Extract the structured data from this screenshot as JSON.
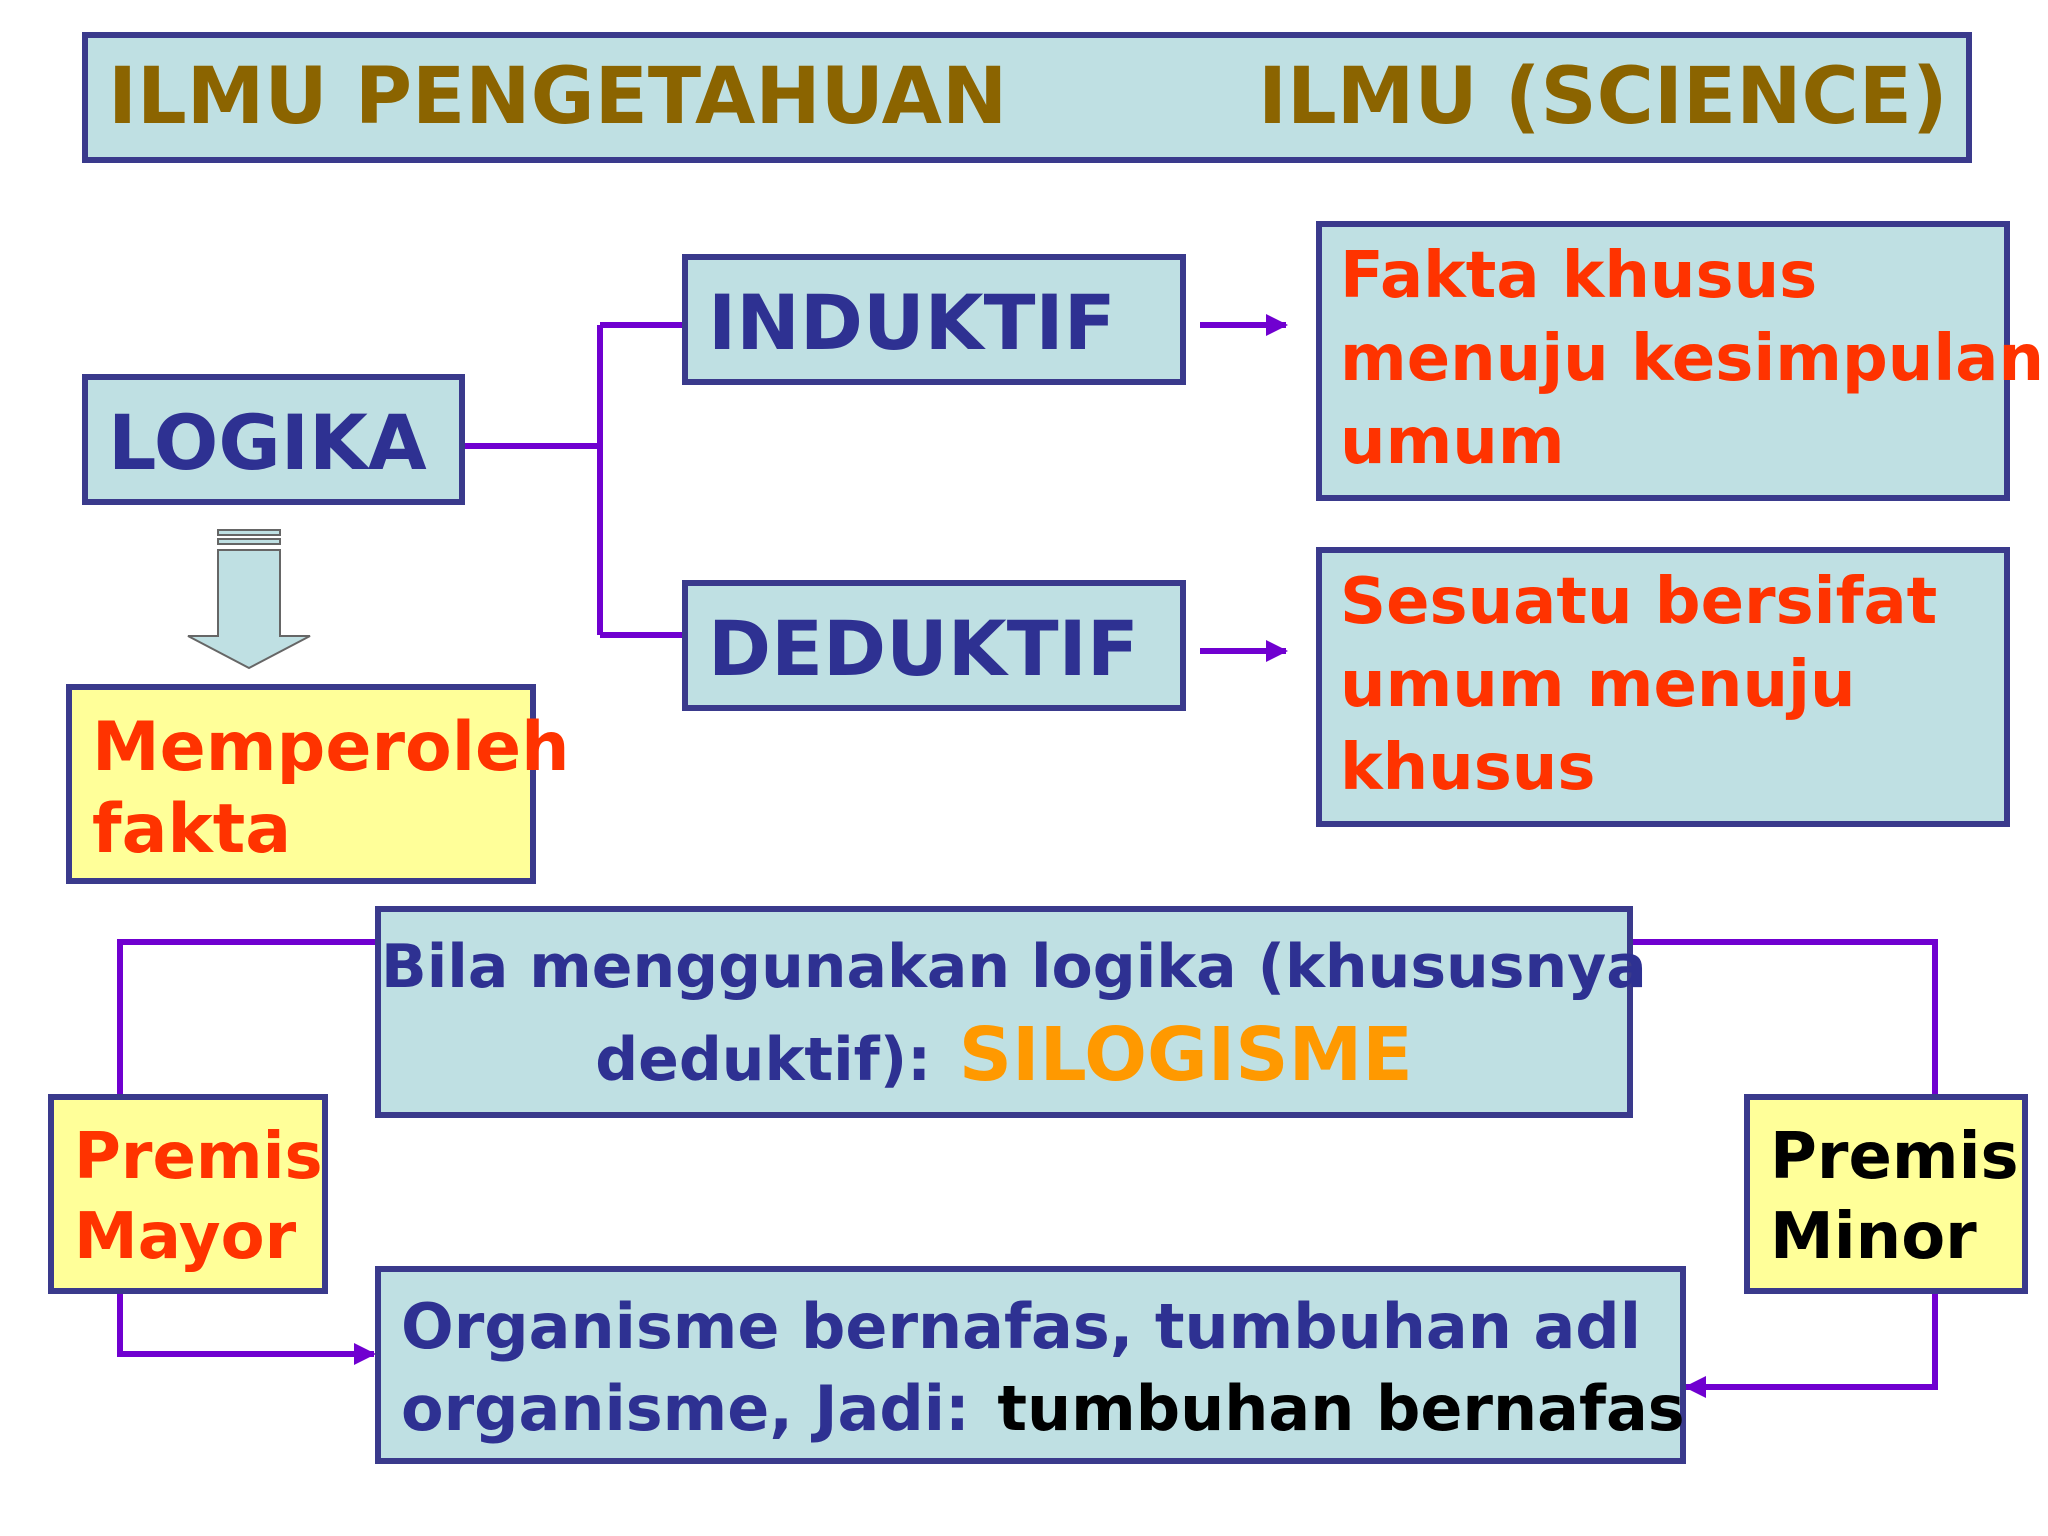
{
  "colors": {
    "box_fill": "#bfe0e3",
    "yellow_fill": "#ffff99",
    "border": "#3a3a8c",
    "connector": "#7000d0",
    "title_text": "#8b6400",
    "label_text": "#2e3192",
    "red_text": "#ff3300",
    "orange_text": "#ff9900",
    "black_text": "#000000"
  },
  "header": {
    "left": "ILMU PENGETAHUAN",
    "right": "ILMU (SCIENCE)"
  },
  "logika": {
    "label": "LOGIKA"
  },
  "induktif": {
    "label": "INDUKTIF",
    "description": [
      "Fakta khusus",
      "menuju kesimpulan",
      "umum"
    ]
  },
  "deduktif": {
    "label": "DEDUKTIF",
    "description": [
      "Sesuatu bersifat",
      "umum menuju",
      "khusus"
    ]
  },
  "memperoleh": {
    "lines": [
      "Memperoleh",
      "fakta"
    ]
  },
  "silogisme": {
    "line1": "Bila menggunakan logika (khususnya",
    "line2_prefix": "deduktif):",
    "highlight": "SILOGISME"
  },
  "premis_mayor": {
    "lines": [
      "Premis",
      "Mayor"
    ]
  },
  "premis_minor": {
    "lines": [
      "Premis",
      "Minor"
    ]
  },
  "conclusion": {
    "line1": "Organisme bernafas, tumbuhan adl",
    "line2_prefix": "organisme, Jadi:",
    "line2_highlight": "tumbuhan bernafas"
  },
  "icons": {
    "double_arrow": "double-headed-arrow",
    "down_arrow": "block-down-arrow"
  }
}
